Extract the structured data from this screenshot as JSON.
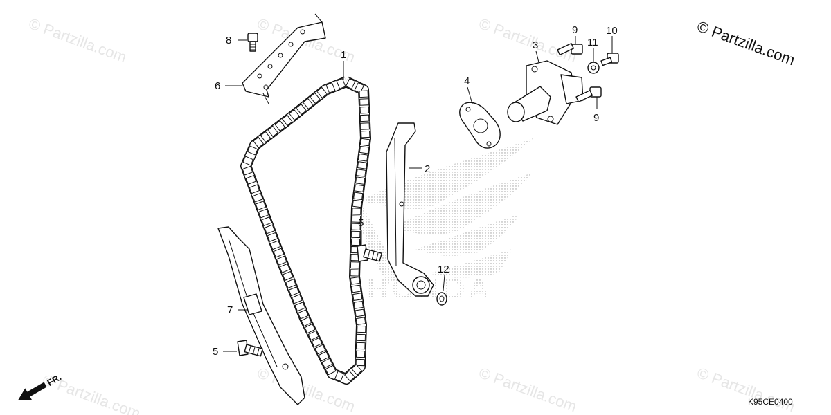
{
  "callouts": [
    {
      "id": "c1",
      "label": "1"
    },
    {
      "id": "c2",
      "label": "2"
    },
    {
      "id": "c3",
      "label": "3"
    },
    {
      "id": "c4",
      "label": "4"
    },
    {
      "id": "c5a",
      "label": "5"
    },
    {
      "id": "c5b",
      "label": "5"
    },
    {
      "id": "c6",
      "label": "6"
    },
    {
      "id": "c7",
      "label": "7"
    },
    {
      "id": "c8",
      "label": "8"
    },
    {
      "id": "c9a",
      "label": "9"
    },
    {
      "id": "c9b",
      "label": "9"
    },
    {
      "id": "c10",
      "label": "10"
    },
    {
      "id": "c11",
      "label": "11"
    },
    {
      "id": "c12",
      "label": "12"
    }
  ],
  "watermark": {
    "brand": "© Partzilla.com",
    "faint": "© Partzilla.com"
  },
  "background_logo": "HONDA",
  "direction_marker": "FR.",
  "diagram_code": "K95CE0400"
}
